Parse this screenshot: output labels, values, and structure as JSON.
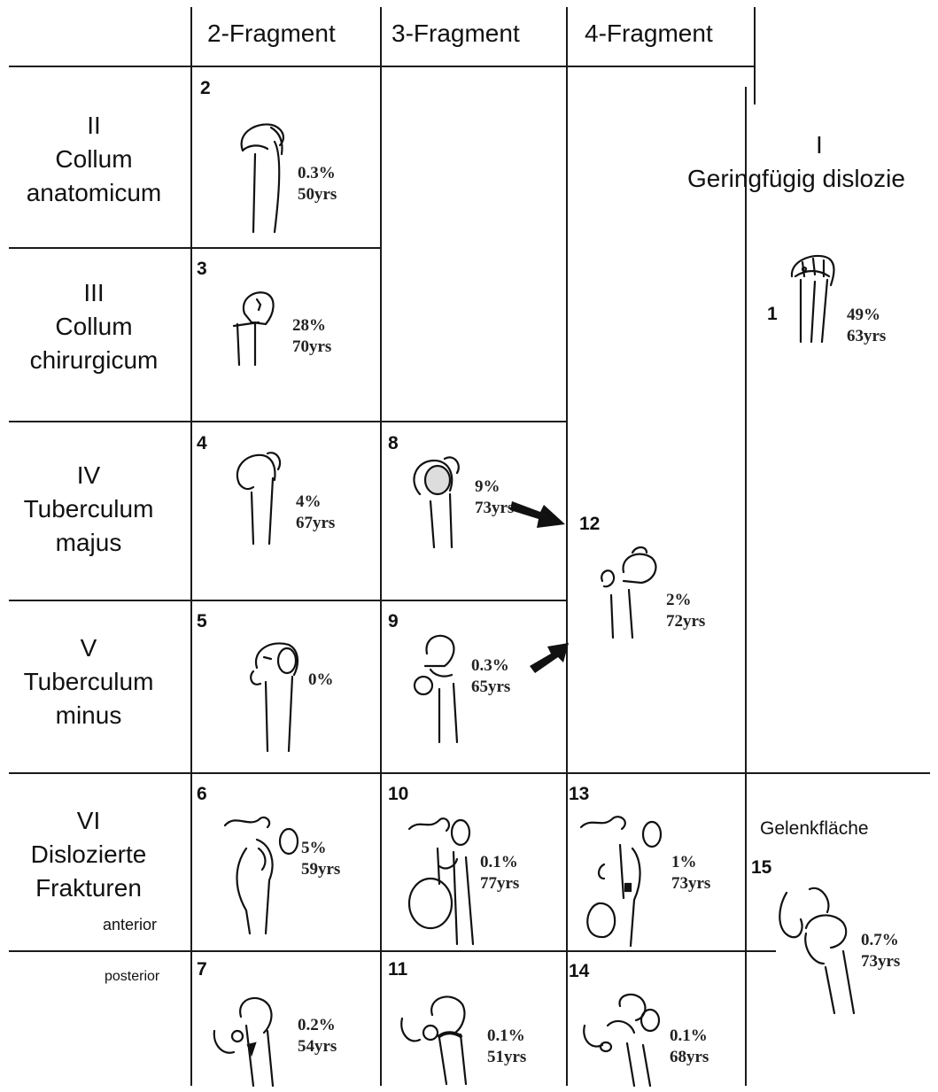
{
  "columns": {
    "col_2": "2-Fragment",
    "col_3": "3-Fragment",
    "col_4": "4-Fragment"
  },
  "rows": {
    "row_II": [
      "II",
      "Collum",
      "anatomicum"
    ],
    "row_III": [
      "III",
      "Collum",
      "chirurgicum"
    ],
    "row_IV": [
      "IV",
      "Tuberculum",
      "majus"
    ],
    "row_V": [
      "V",
      "Tuberculum",
      "minus"
    ],
    "row_VI": [
      "VI",
      "Dislozierte",
      "Frakturen"
    ],
    "row_VI_anterior": "anterior",
    "row_VI_posterior": "posterior"
  },
  "group_I": {
    "numeral": "I",
    "label": "Geringfügig dislozie"
  },
  "gelenkflaeche_label": "Gelenkfläche",
  "fractures": [
    {
      "num": "1",
      "percent": "49%",
      "age": "63yrs"
    },
    {
      "num": "2",
      "percent": "0.3%",
      "age": "50yrs"
    },
    {
      "num": "3",
      "percent": "28%",
      "age": "70yrs"
    },
    {
      "num": "4",
      "percent": "4%",
      "age": "67yrs"
    },
    {
      "num": "5",
      "percent": "0%",
      "age": ""
    },
    {
      "num": "6",
      "percent": "5%",
      "age": "59yrs"
    },
    {
      "num": "7",
      "percent": "0.2%",
      "age": "54yrs"
    },
    {
      "num": "8",
      "percent": "9%",
      "age": "73yrs"
    },
    {
      "num": "9",
      "percent": "0.3%",
      "age": "65yrs"
    },
    {
      "num": "10",
      "percent": "0.1%",
      "age": "77yrs"
    },
    {
      "num": "11",
      "percent": "0.1%",
      "age": "51yrs"
    },
    {
      "num": "12",
      "percent": "2%",
      "age": "72yrs"
    },
    {
      "num": "13",
      "percent": "1%",
      "age": "73yrs"
    },
    {
      "num": "14",
      "percent": "0.1%",
      "age": "68yrs"
    },
    {
      "num": "15",
      "percent": "0.7%",
      "age": "73yrs"
    }
  ],
  "colors": {
    "ink": "#111111",
    "line": "#1a1a1a",
    "background": "#ffffff"
  }
}
